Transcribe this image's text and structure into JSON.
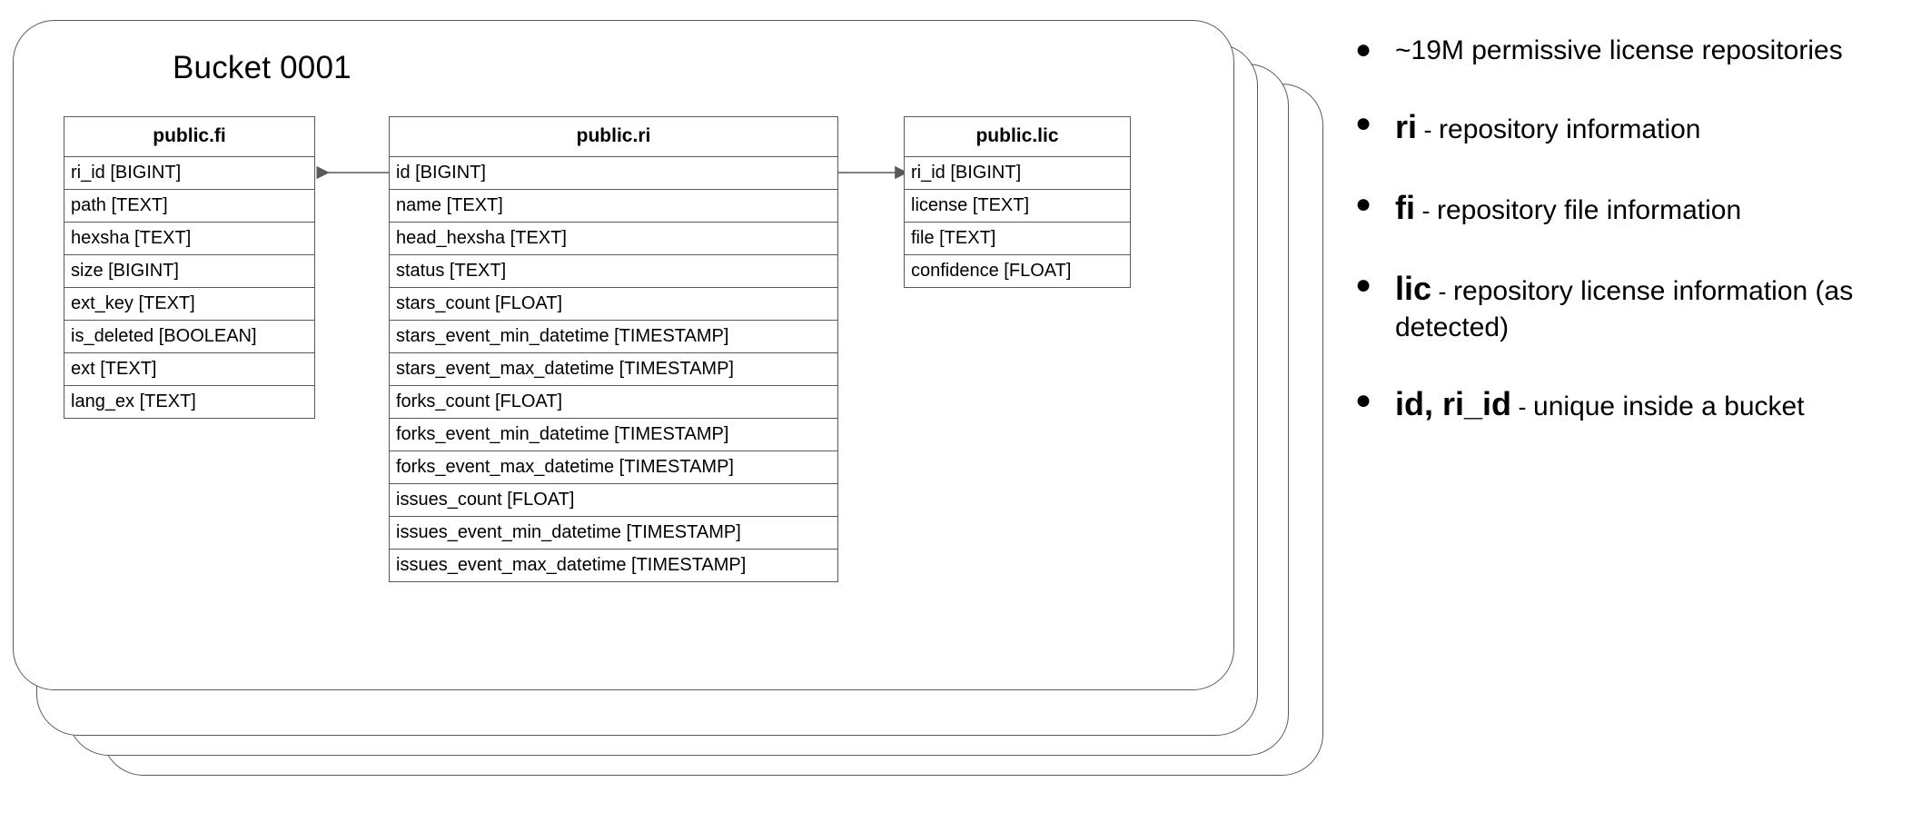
{
  "diagram": {
    "bucket_title": "Bucket 0001",
    "stack_card_count": 4,
    "tables": [
      {
        "id": "fi",
        "title": "public.fi",
        "columns": [
          "ri_id [BIGINT]",
          "path [TEXT]",
          "hexsha [TEXT]",
          "size [BIGINT]",
          "ext_key [TEXT]",
          "is_deleted [BOOLEAN]",
          "ext [TEXT]",
          "lang_ex [TEXT]"
        ]
      },
      {
        "id": "ri",
        "title": "public.ri",
        "columns": [
          "id [BIGINT]",
          "name [TEXT]",
          "head_hexsha [TEXT]",
          "status [TEXT]",
          "stars_count [FLOAT]",
          "stars_event_min_datetime [TIMESTAMP]",
          "stars_event_max_datetime [TIMESTAMP]",
          "forks_count [FLOAT]",
          "forks_event_min_datetime [TIMESTAMP]",
          "forks_event_max_datetime [TIMESTAMP]",
          "issues_count [FLOAT]",
          "issues_event_min_datetime [TIMESTAMP]",
          "issues_event_max_datetime [TIMESTAMP]"
        ]
      },
      {
        "id": "lic",
        "title": "public.lic",
        "columns": [
          "ri_id [BIGINT]",
          "license [TEXT]",
          "file [TEXT]",
          "confidence [FLOAT]"
        ]
      }
    ],
    "relations": [
      {
        "from": "ri.id",
        "to": "fi.ri_id",
        "direction": "left"
      },
      {
        "from": "ri.id",
        "to": "lic.ri_id",
        "direction": "right"
      }
    ]
  },
  "notes": {
    "bullet_glyph": "●",
    "items": [
      {
        "term": "",
        "dash": "",
        "rest": "~19M permissive license repositories"
      },
      {
        "term": "ri",
        "dash": " - ",
        "rest": "repository information"
      },
      {
        "term": "fi",
        "dash": "  - ",
        "rest": "repository file information"
      },
      {
        "term": "lic",
        "dash": " - ",
        "rest": "repository license information (as detected)"
      },
      {
        "term": "id, ri_id",
        "dash": " - ",
        "rest": "unique inside a bucket"
      }
    ]
  },
  "colors": {
    "stroke": "#595959",
    "text": "#000000",
    "background": "#ffffff"
  }
}
